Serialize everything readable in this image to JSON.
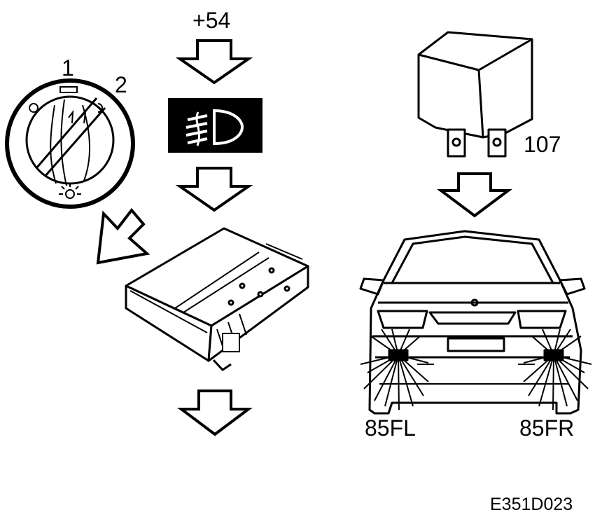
{
  "labels": {
    "supply": "+54",
    "switch_pos_1": "1",
    "switch_pos_2": "2",
    "relay": "107",
    "fog_left": "85FL",
    "fog_right": "85FR",
    "figure_ref": "E351D023"
  },
  "icons": {
    "light_switch": "light-switch-knob-icon",
    "fog_indicator": "front-fog-light-icon",
    "control_module": "control-module-box-icon",
    "relay": "relay-icon",
    "car": "car-front-view-icon",
    "arrow": "down-arrow-icon"
  },
  "colors": {
    "ink": "#000000",
    "paper": "#ffffff"
  }
}
